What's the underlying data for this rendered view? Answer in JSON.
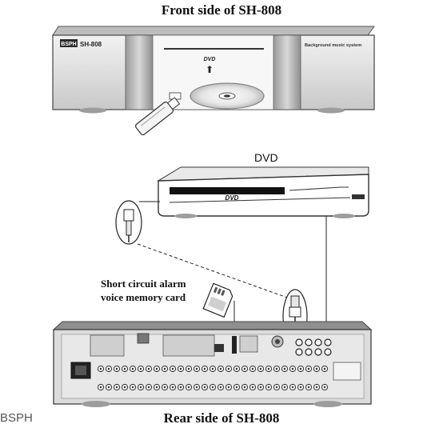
{
  "front": {
    "title": "Front side of SH-808",
    "brand": "BSPH",
    "model": "SH-808",
    "panel_text": "Background music system",
    "slot_text": "DVD"
  },
  "dvd": {
    "title": "DVD",
    "logo": "DVD"
  },
  "card": {
    "line1": "Short circuit alarm",
    "line2": "voice memory card"
  },
  "rear": {
    "title": "Rear side of SH-808"
  },
  "watermark": "BSPH"
}
